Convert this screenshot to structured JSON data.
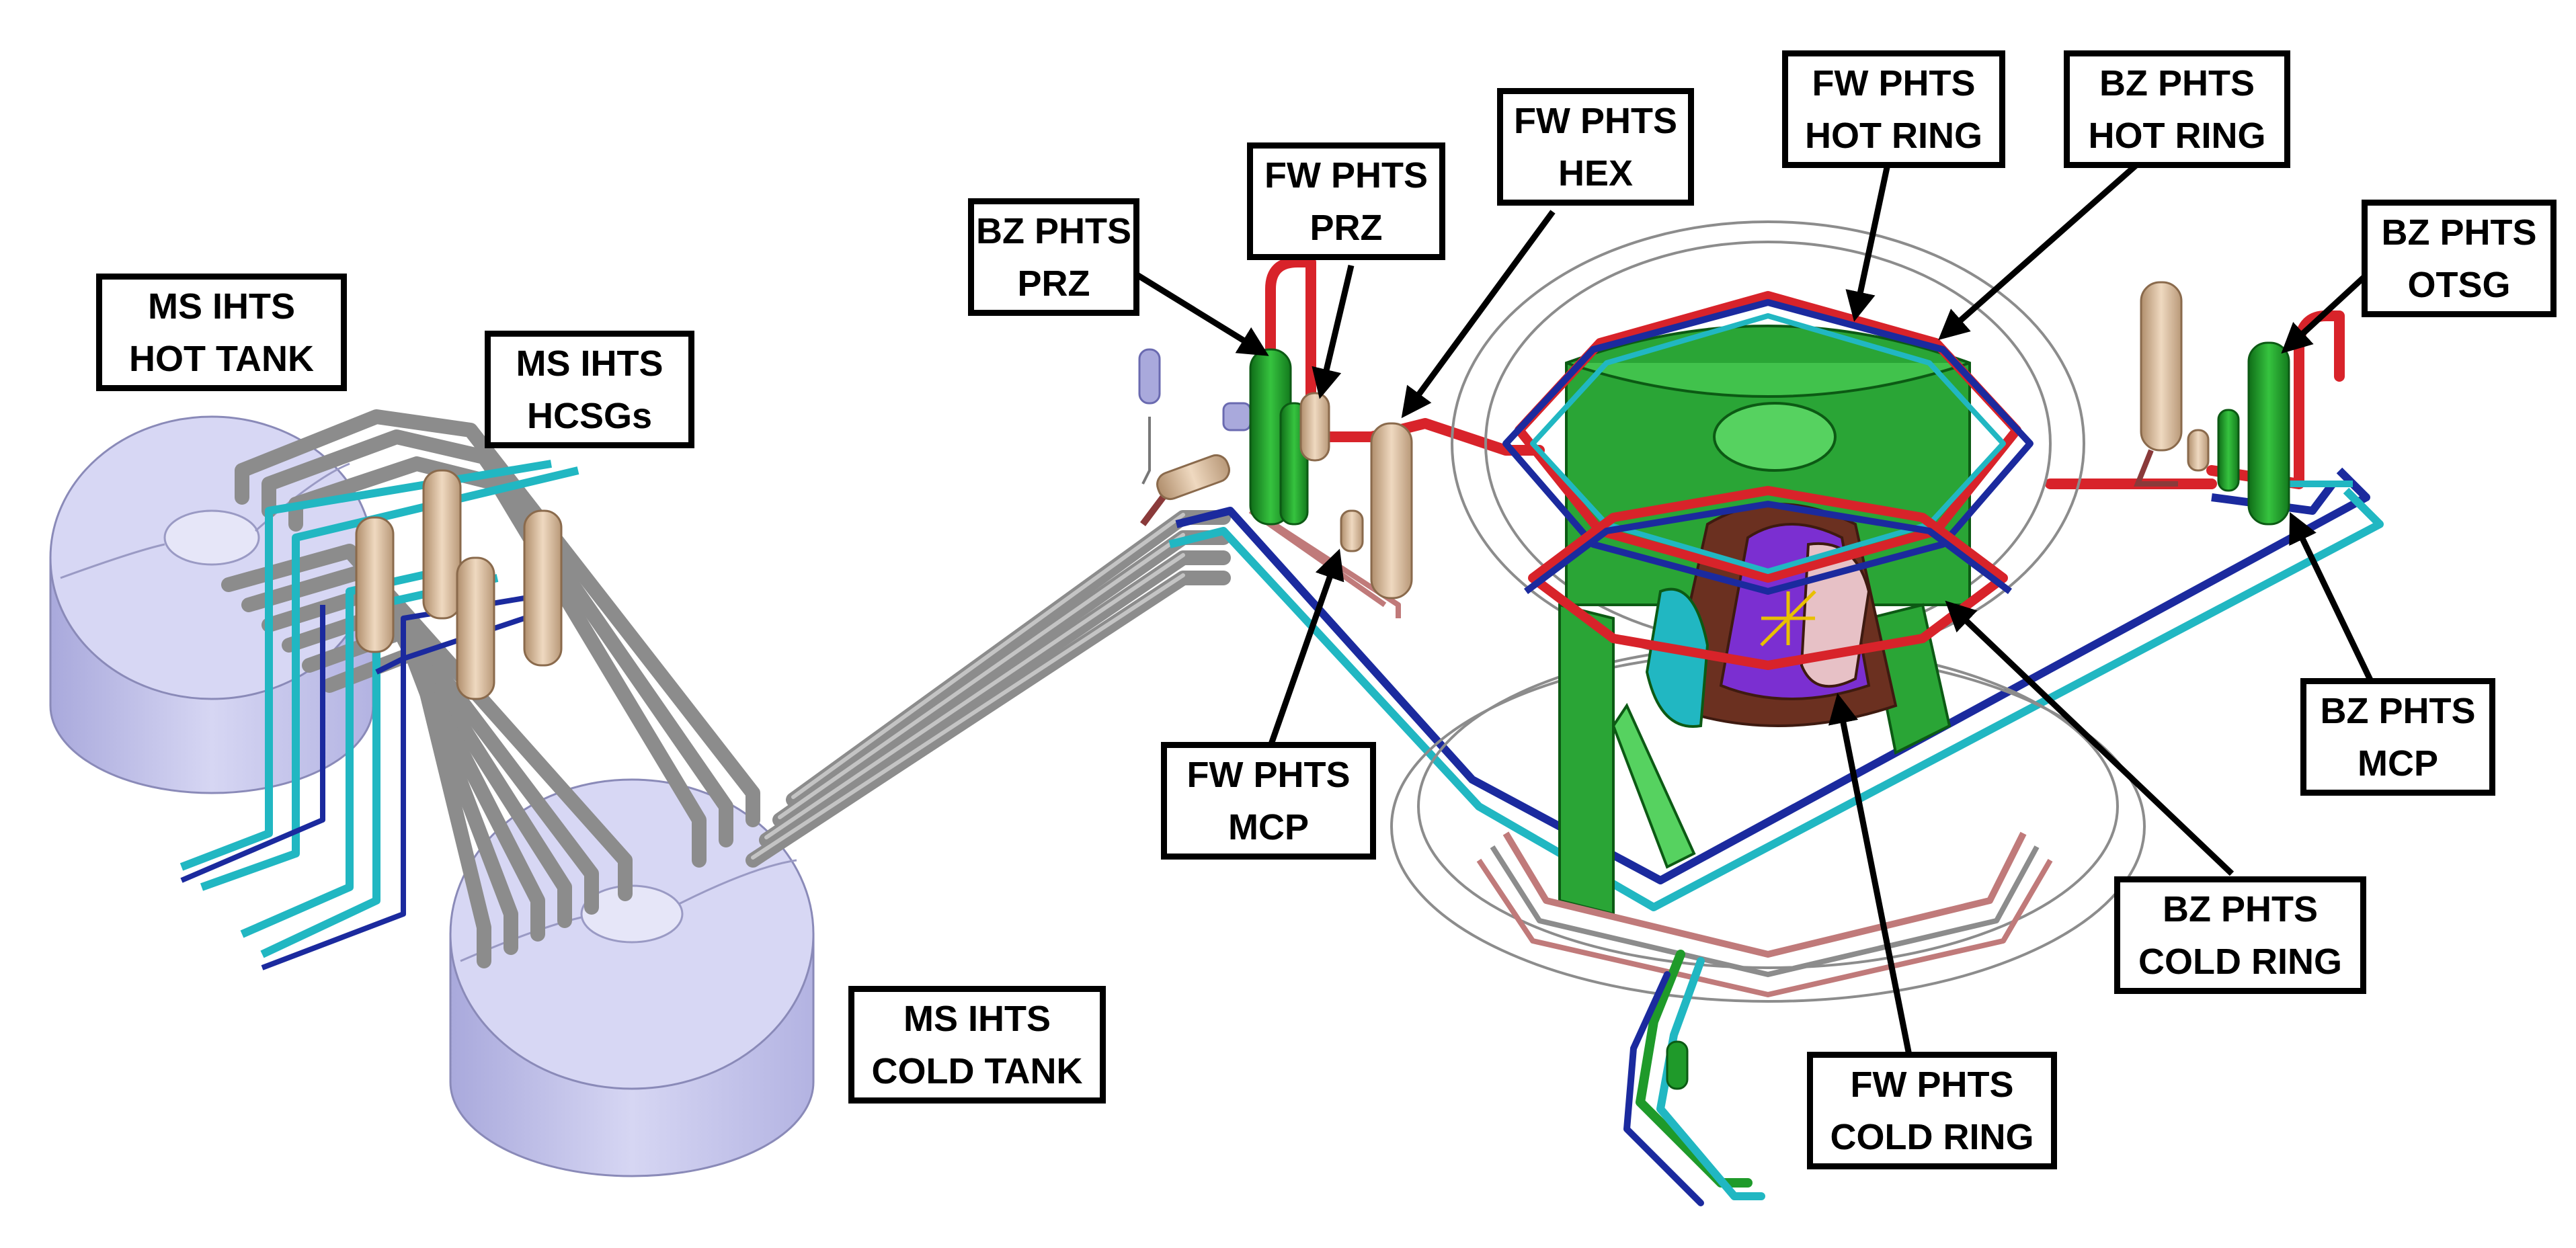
{
  "colors": {
    "hot_pipe": "#d8232a",
    "cold_pipe": "#1b2a9e",
    "cyan_pipe": "#21b7c2",
    "gray_pipe": "#8c8c8c",
    "tank": "#c9c9ee",
    "component": "#d8bb9a",
    "green_body": "#1f9a2a",
    "purple": "#6a2fc9",
    "brown": "#6b3020"
  },
  "labels": {
    "ms_ihts_hot_tank": "MS IHTS\nHOT TANK",
    "ms_ihts_hcsgs": "MS IHTS\nHCSGs",
    "ms_ihts_cold_tank": "MS IHTS\nCOLD TANK",
    "bz_phts_prz": "BZ PHTS\nPRZ",
    "fw_phts_prz": "FW PHTS\nPRZ",
    "fw_phts_hex": "FW PHTS\nHEX",
    "fw_phts_hot_ring": "FW PHTS\nHOT RING",
    "bz_phts_hot_ring": "BZ PHTS\nHOT RING",
    "bz_phts_otsg": "BZ PHTS\nOTSG",
    "fw_phts_mcp": "FW PHTS\nMCP",
    "bz_phts_mcp": "BZ PHTS\nMCP",
    "bz_phts_cold_ring": "BZ PHTS\nCOLD RING",
    "fw_phts_cold_ring": "FW PHTS\nCOLD RING"
  }
}
